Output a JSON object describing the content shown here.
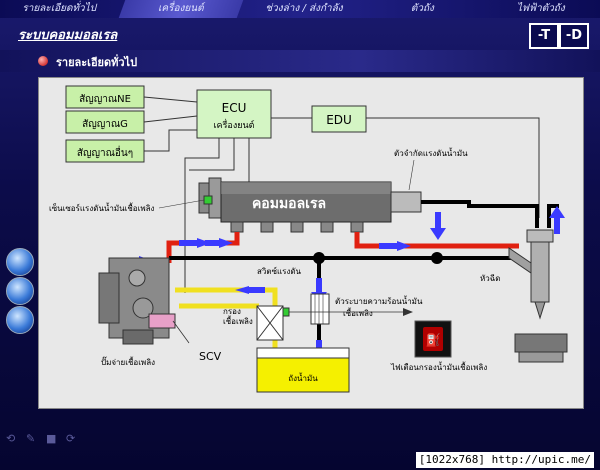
{
  "nav": {
    "tabs": [
      {
        "label": "รายละเอียดทั่วไป"
      },
      {
        "label": "เครื่องยนต์"
      },
      {
        "label": "ช่วงล่าง / ส่งกำลัง"
      },
      {
        "label": "ตัวถัง"
      },
      {
        "label": "ไฟฟ้าตัวถัง"
      }
    ],
    "active_index": 1
  },
  "header": {
    "title": "ระบบคอมมอลเรล",
    "btn_t": "-T",
    "btn_d": "-D"
  },
  "section": {
    "title": "รายละเอียดทั่วไป"
  },
  "diagram": {
    "sig_ne": "สัญญาณNE",
    "sig_g": "สัญญาณG",
    "sig_other": "สัญญาณอื่นๆ",
    "ecu_title": "ECU",
    "ecu_sub": "เครื่องยนต์",
    "edu": "EDU",
    "pressure_limiter": "ตัวจำกัดแรงดันน้ำมัน",
    "rail_sensor": "เซ็นเซอร์แรงดันน้ำมันเชื้อเพลิง",
    "common_rail": "คอมมอลเรล",
    "injector": "หัวฉีด",
    "pressure_switch": "สวิตซ์แรงดัน",
    "filter": "กรอง",
    "filter2": "เชื้อเพลิง",
    "cooler": "ตัวระบายความร้อนน้ำมัน",
    "cooler2": "เชื้อเพลิง",
    "warning_light": "ไฟเตือนกรองน้ำมันเชื้อเพลิง",
    "pump": "ปั๊มจ่ายเชื้อเพลิง",
    "scv": "SCV",
    "tank": "ถังน้ำมัน"
  },
  "watermark": "[1022x768] http://upic.me/",
  "colors": {
    "high_pressure": "#e02010",
    "return_line": "#000000",
    "low_pressure": "#f0e020",
    "arrow": "#3a3aff",
    "signal_box": "#c8f0a8",
    "ecu_box": "#d4f5c4",
    "tank_fuel": "#f5f000",
    "warning_bg": "#b00000"
  }
}
